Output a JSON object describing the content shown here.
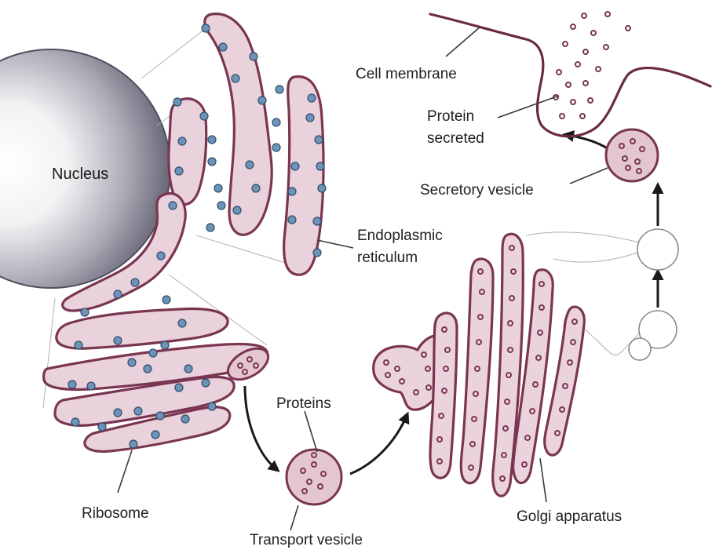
{
  "labels": {
    "nucleus": "Nucleus",
    "er_line1": "Endoplasmic",
    "er_line2": "reticulum",
    "ribosome": "Ribosome",
    "proteins": "Proteins",
    "transport_vesicle": "Transport vesicle",
    "golgi_apparatus": "Golgi apparatus",
    "secretory_vesicle": "Secretory vesicle",
    "protein_secreted_line1": "Protein",
    "protein_secreted_line2": "secreted",
    "cell_membrane": "Cell membrane"
  },
  "colors": {
    "organelle_fill": "#ead2dc",
    "organelle_outline": "#7a3550",
    "ribosome": "#6f93b6",
    "nucleus_dark": "#5a5a6e",
    "nucleus_light": "#ffffff"
  }
}
